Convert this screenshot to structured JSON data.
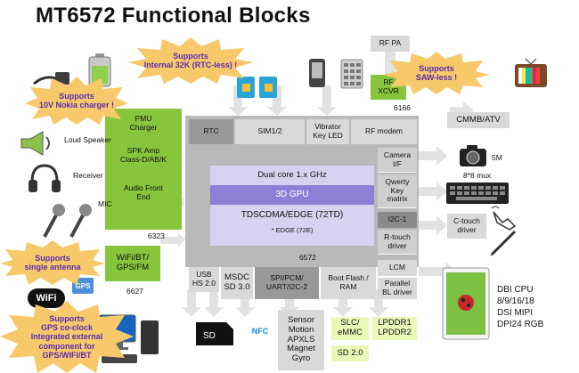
{
  "title": "MT6572 Functional Blocks",
  "callouts": {
    "nokia_charger": "Supports\n10V Nokia charger !",
    "rtc": "Supports\nInternal 32K (RTC-less) !",
    "saw": "Supports\nSAW-less !",
    "antenna": "Supports\nsingle antenna",
    "gps": "Supports\nGPS co-clock\nIntegrated external\ncomponent for\nGPS/WIFI/BT"
  },
  "left_block": {
    "pmu": "PMU\nCharger",
    "spk": "SPK Amp\nClass-D/AB/K",
    "audio": "Audio Front\nEnd",
    "code": "6323"
  },
  "side_labels": {
    "speaker": "Loud Speaker",
    "receiver": "Receiver",
    "mic": "MIC"
  },
  "wifi_block": {
    "label": "WiFi/BT/\nGPS/FM",
    "code": "6627"
  },
  "top_row": {
    "rtc": "RTC",
    "sim": "SIM1/2",
    "vibrator": "Vibrator\nKey LED",
    "rf_modem": "RF modem"
  },
  "rf": {
    "pa": "RF PA",
    "xcvr": "RF\nXCVR",
    "code": "6166"
  },
  "core": {
    "cpu": "Dual core 1.x GHz",
    "gpu": "3D GPU",
    "modem": "TDSCDMA/EDGE  (72TD)",
    "modem_note": "* EDGE (72E)",
    "code": "6572"
  },
  "right_col": {
    "camera": "Camera\nI/F",
    "qwerty": "Qwerty\nKey\nmatrix",
    "i2c": "I2C-1",
    "rtouch": "R-touch\ndriver",
    "lcm": "LCM",
    "parallel": "Parallel\nBL driver"
  },
  "bottom_row": {
    "usb": "USB\nHS 2.0",
    "msdc": "MSDC\nSD 3.0",
    "spi": "SPI/PCM/\nUART/I2C-2",
    "boot": "Boot Flash /\nRAM"
  },
  "externals": {
    "cmmb": "CMMB/ATV",
    "cam_res": "5M",
    "mux": "8*8 mux",
    "ctouch": "C-touch\ndriver",
    "display": "DBI CPU\n8/9/16/18\nDSI MIPI\nDPI24 RGB",
    "sensor": "Sensor\nMotion\nAPXLS\nMagnet\nGyro",
    "slc": "SLC/\neMMC",
    "lpddr": "LPDDR1\nLPDDR2",
    "sd": "SD 2.0",
    "nfc": "NFC",
    "wifi_logo": "WiFi",
    "gps_badge": "GPS",
    "sd_card": "SD"
  },
  "colors": {
    "green": "#86c53c",
    "chip_gray": "#b9b9b9",
    "block_gray": "#d9d9d9",
    "purple": "#8d7fd6",
    "lavender": "#d7d2ef",
    "burst": "#f7c96a",
    "callout_text": "#5a2bb0"
  }
}
